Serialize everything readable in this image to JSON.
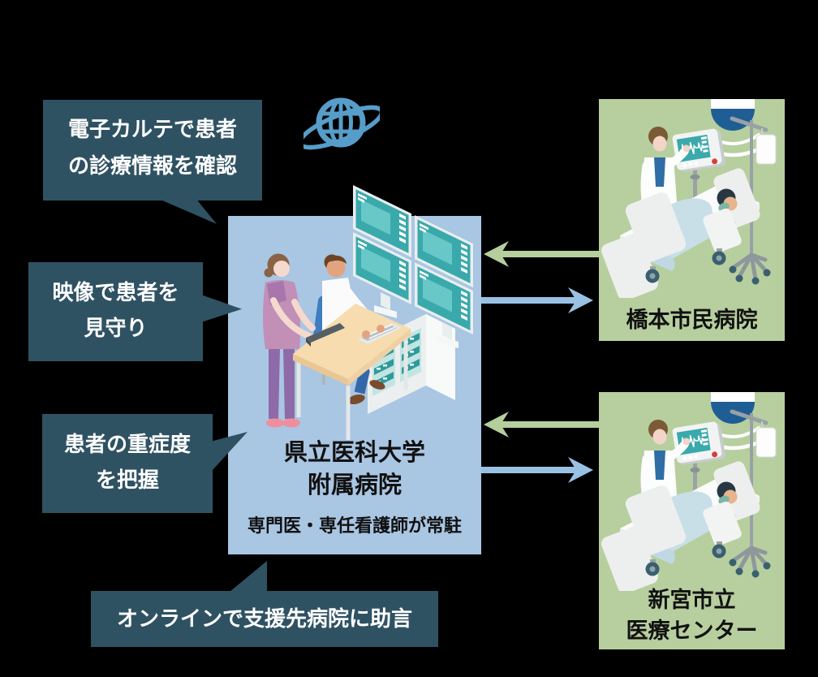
{
  "colors": {
    "background": "#000000",
    "callout-bg": "#2F5263",
    "callout-text": "#FFFFFF",
    "center-box-bg": "#A9C6E3",
    "panel-bg": "#B7CF9E",
    "arrow-in": "#B5CF9C",
    "arrow-out": "#99C1E4",
    "globe": "#569EC9",
    "camera-dome": "#1F5E95",
    "monitor-teal": "#3AA9AB",
    "text-dark": "#111111"
  },
  "callouts": [
    {
      "lines": [
        "電子カルテで患者",
        "の診療情報を確認"
      ]
    },
    {
      "lines": [
        "映像で患者を",
        "見守り"
      ]
    },
    {
      "lines": [
        "患者の重症度",
        "を把握"
      ]
    },
    {
      "lines": [
        "オンラインで支援先病院に助言"
      ]
    }
  ],
  "center_hospital": {
    "title_lines": [
      "県立医科大学",
      "附属病院"
    ],
    "subtitle": "専門医・専任看護師が常駐"
  },
  "remote_hospitals": [
    {
      "name_lines": [
        "橋本市民病院"
      ]
    },
    {
      "name_lines": [
        "新宮市立",
        "医療センター"
      ]
    }
  ],
  "icons": {
    "globe": "globe-network-icon",
    "camera": "ceiling-camera-icon",
    "arrow_incoming": "chevron-arrow-left",
    "arrow_outgoing": "chevron-arrow-right"
  }
}
